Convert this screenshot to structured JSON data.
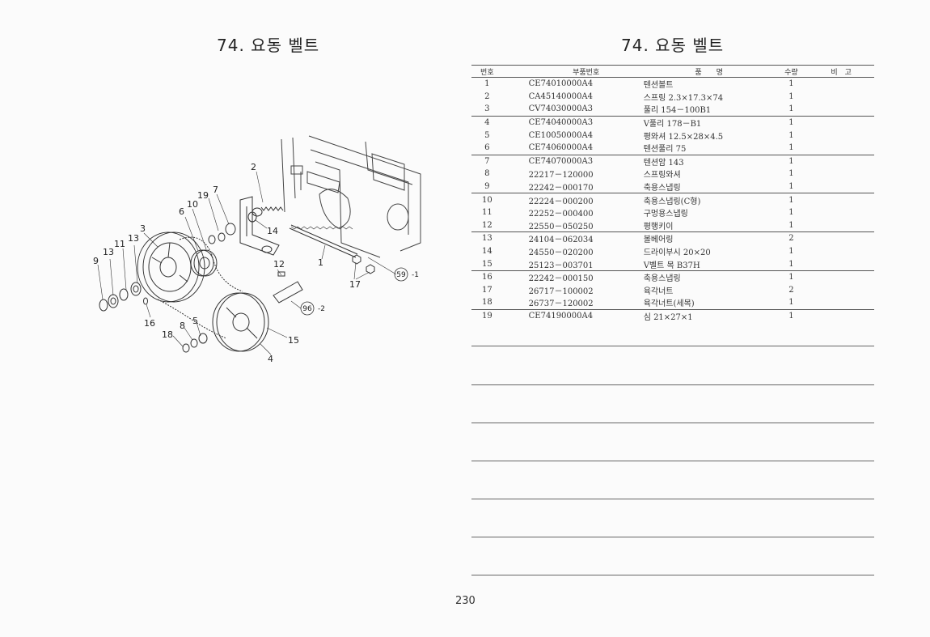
{
  "left_title": "74. 요동 벨트",
  "right_title": "74. 요동 벨트",
  "diagram": {
    "callouts": [
      "1",
      "2",
      "3",
      "4",
      "5",
      "6",
      "7",
      "8",
      "9",
      "10",
      "11",
      "12",
      "13",
      "14",
      "15",
      "16",
      "17",
      "18",
      "19"
    ],
    "refs": [
      {
        "circle": "59",
        "suffix": "-1"
      },
      {
        "circle": "96",
        "suffix": "-2"
      }
    ]
  },
  "table": {
    "headers": {
      "no": "번호",
      "part": "부품번호",
      "name": "품　　명",
      "qty": "수량",
      "remarks": "비　고"
    },
    "rows": [
      {
        "no": "1",
        "part": "CE74010000A4",
        "name": "텐션볼트",
        "qty": "1"
      },
      {
        "no": "2",
        "part": "CA45140000A4",
        "name": "스프링 2.3×17.3×74",
        "qty": "1"
      },
      {
        "no": "3",
        "part": "CV74030000A3",
        "name": "풀리 154－100B1",
        "qty": "1"
      },
      {
        "no": "4",
        "part": "CE74040000A3",
        "name": "V풀리 178－B1",
        "qty": "1"
      },
      {
        "no": "5",
        "part": "CE10050000A4",
        "name": "평와셔 12.5×28×4.5",
        "qty": "1"
      },
      {
        "no": "6",
        "part": "CE74060000A4",
        "name": "텐션풀리 75",
        "qty": "1"
      },
      {
        "no": "7",
        "part": "CE74070000A3",
        "name": "텐션암 143",
        "qty": "1"
      },
      {
        "no": "8",
        "part": "22217－120000",
        "name": "스프링와셔",
        "qty": "1"
      },
      {
        "no": "9",
        "part": "22242－000170",
        "name": "축용스냅링",
        "qty": "1"
      },
      {
        "no": "10",
        "part": "22224－000200",
        "name": "축용스냅링(C형)",
        "qty": "1"
      },
      {
        "no": "11",
        "part": "22252－000400",
        "name": "구멍용스냅링",
        "qty": "1"
      },
      {
        "no": "12",
        "part": "22550－050250",
        "name": "평행키이",
        "qty": "1"
      },
      {
        "no": "13",
        "part": "24104－062034",
        "name": "볼베어링",
        "qty": "2"
      },
      {
        "no": "14",
        "part": "24550－020200",
        "name": "드라이부시 20×20",
        "qty": "1"
      },
      {
        "no": "15",
        "part": "25123－003701",
        "name": "V벨트 목 B37H",
        "qty": "1"
      },
      {
        "no": "16",
        "part": "22242－000150",
        "name": "축용스냅링",
        "qty": "1"
      },
      {
        "no": "17",
        "part": "26717－100002",
        "name": "육각너트",
        "qty": "2"
      },
      {
        "no": "18",
        "part": "26737－120002",
        "name": "육각너트(세목)",
        "qty": "1"
      },
      {
        "no": "19",
        "part": "CE74190000A4",
        "name": "심 21×27×1",
        "qty": "1"
      }
    ]
  },
  "page_number": "230"
}
